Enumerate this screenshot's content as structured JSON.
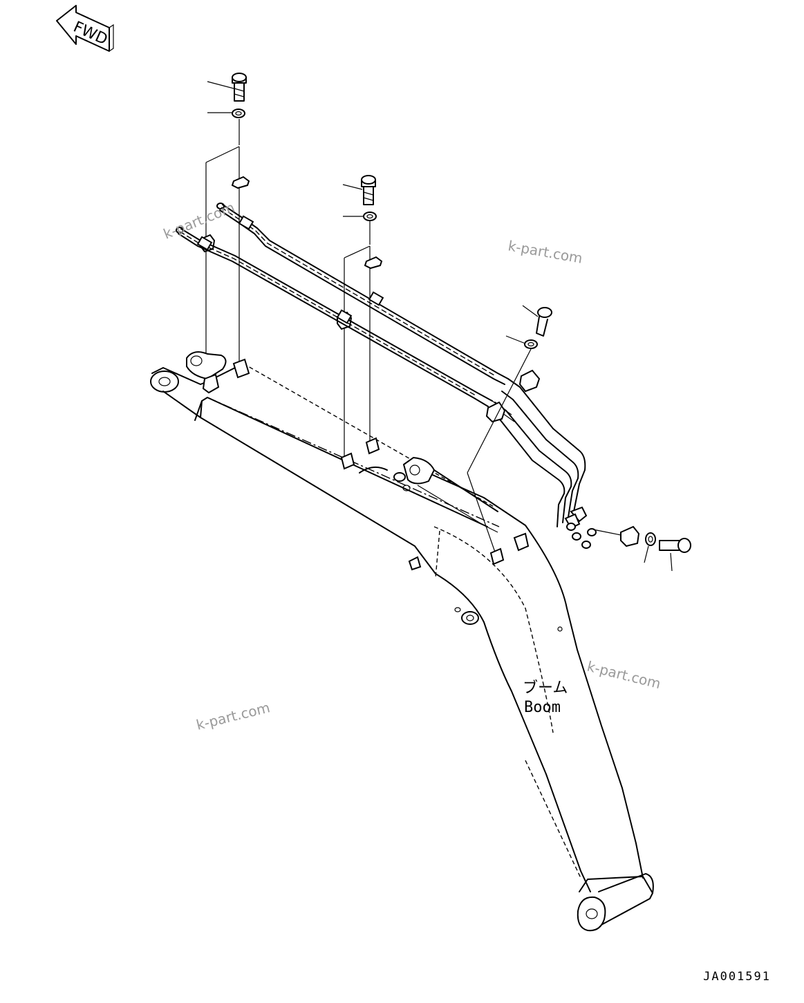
{
  "orientation": {
    "label": "FWD"
  },
  "labels": {
    "boom_jp": "ブーム",
    "boom_en": "Boom"
  },
  "watermark": "k-part.com",
  "drawing_code": "JA001591"
}
